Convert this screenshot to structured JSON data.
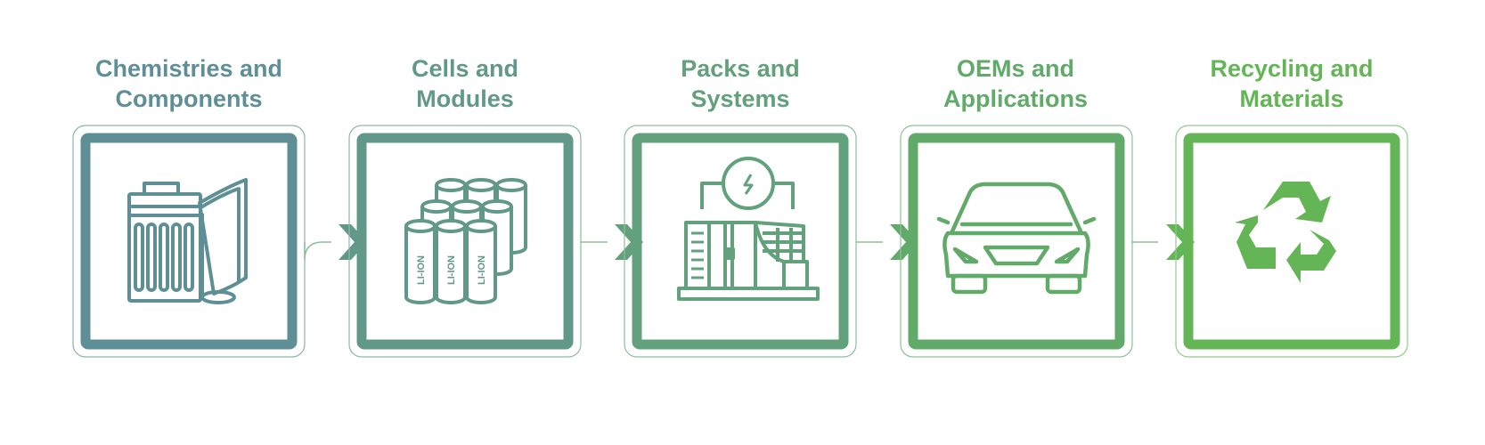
{
  "stages": [
    {
      "title_line1": "Chemistries and",
      "title_line2": "Components",
      "icon": "battery-materials-icon",
      "color": "#5f8f96"
    },
    {
      "title_line1": "Cells and",
      "title_line2": "Modules",
      "icon": "battery-cells-icon",
      "color": "#62988a",
      "cell_label": "LI-ION"
    },
    {
      "title_line1": "Packs and",
      "title_line2": "Systems",
      "icon": "energy-storage-system-icon",
      "color": "#63a07c"
    },
    {
      "title_line1": "OEMs and",
      "title_line2": "Applications",
      "icon": "car-icon",
      "color": "#62aa6a"
    },
    {
      "title_line1": "Recycling and",
      "title_line2": "Materials",
      "icon": "recycle-icon",
      "color": "#64b555"
    }
  ],
  "connectors": [
    "chevron-right-icon",
    "chevron-right-icon",
    "chevron-right-icon",
    "chevron-right-icon"
  ]
}
